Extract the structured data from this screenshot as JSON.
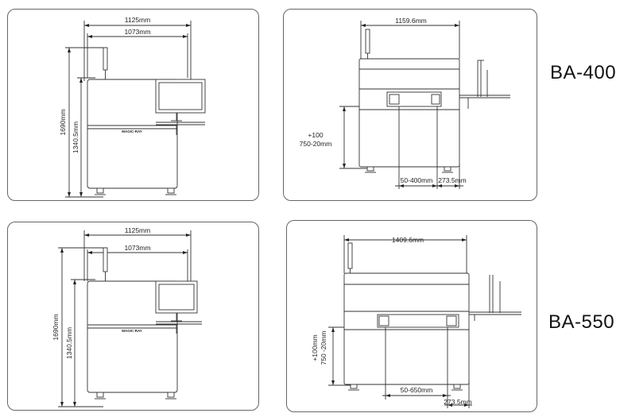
{
  "models": [
    {
      "name": "BA-400",
      "front_view": {
        "total_width": "1125mm",
        "body_width": "1073mm",
        "total_height": "1690mm",
        "body_height": "1340.5mm",
        "brand": "MAGIC-RAY"
      },
      "side_view": {
        "total_width": "1159.6mm",
        "rail_height_line1": "+100",
        "rail_height_line2": "750-20mm",
        "width_adjust": "50-400mm",
        "rail_offset": "273.5mm"
      }
    },
    {
      "name": "BA-550",
      "front_view": {
        "total_width": "1125mm",
        "body_width": "1073mm",
        "total_height": "1690mm",
        "body_height": "1340.5mm",
        "brand": "MAGIC-RAY"
      },
      "side_view": {
        "total_width": "1409.6mm",
        "rail_height_line1": "+100mm",
        "rail_height_line2": "750 -20mm",
        "width_adjust": "50-650mm",
        "rail_offset": "273.5mm"
      }
    }
  ]
}
